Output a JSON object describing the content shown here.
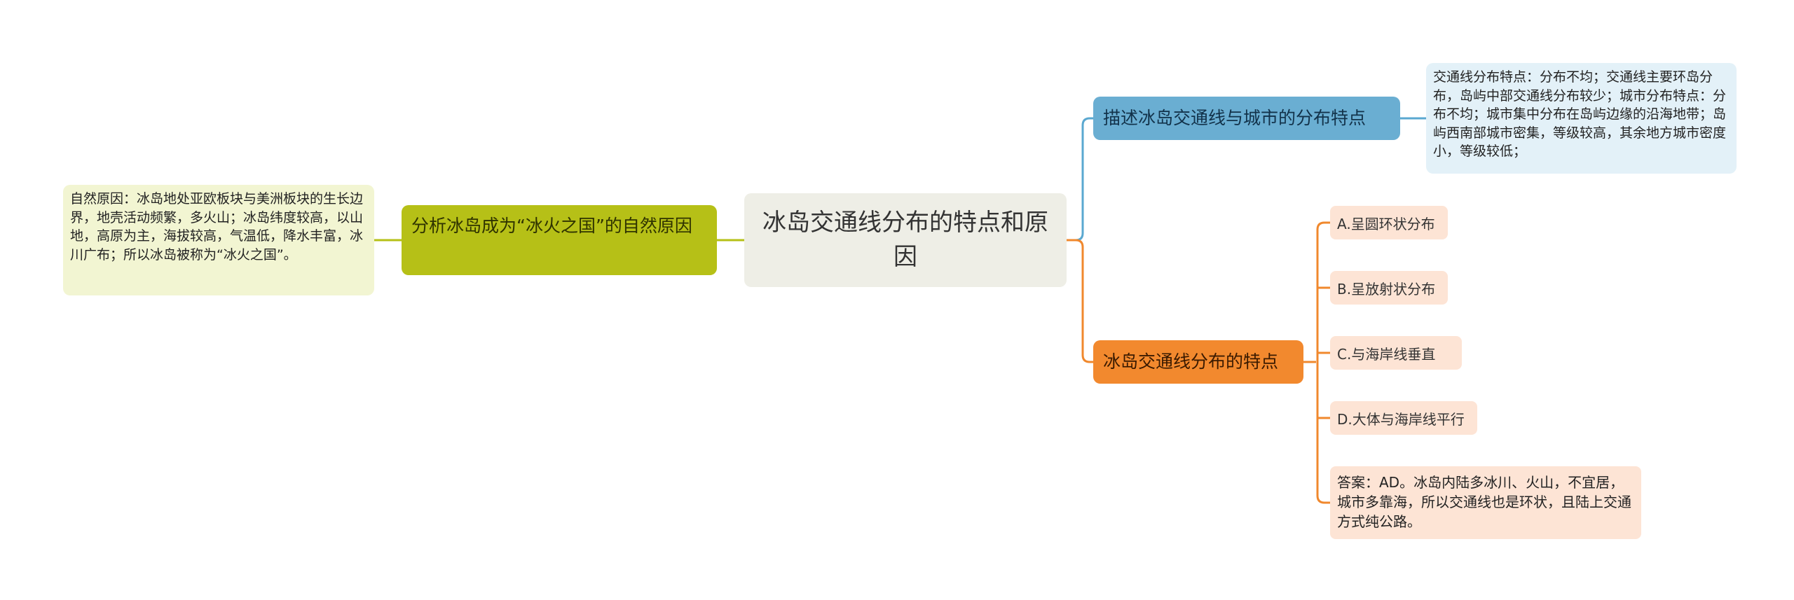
{
  "mindmap": {
    "root": {
      "text": "冰岛交通线分布的特点和原因"
    },
    "left": {
      "topic": "分析冰岛成为“冰火之国”的自然原因",
      "detail": "自然原因：冰岛地处亚欧板块与美洲板块的生长边界，地壳活动频繁，多火山；冰岛纬度较高，以山地，高原为主，海拔较高，气温低，降水丰富，冰川广布；所以冰岛被称为“冰火之国”。"
    },
    "right": [
      {
        "topic": "描述冰岛交通线与城市的分布特点",
        "detail": "交通线分布特点：分布不均；交通线主要环岛分布，岛屿中部交通线分布较少；城市分布特点：分布不均；城市集中分布在岛屿边缘的沿海地带；岛屿西南部城市密集，等级较高，其余地方城市密度小，等级较低；"
      },
      {
        "topic": "冰岛交通线分布的特点",
        "options": [
          "A.呈圆环状分布",
          "B.呈放射状分布",
          "C.与海岸线垂直",
          "D.大体与海岸线平行"
        ],
        "answer": "答案：AD。冰岛内陆多冰川、火山，不宜居，城市多靠海，所以交通线也是环状，且陆上交通方式纯公路。"
      }
    ]
  },
  "colors": {
    "left_branch": "#b6c017",
    "right_branch_1": "#5aa8d0",
    "right_branch_2": "#f0882d"
  }
}
